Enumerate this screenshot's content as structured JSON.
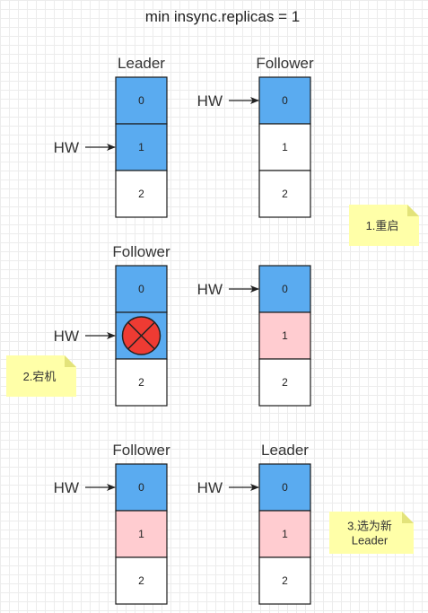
{
  "title": "min insync.replicas = 1",
  "colors": {
    "blue": "#5aabf0",
    "pink": "#ffccd0",
    "white": "#ffffff",
    "stroke": "#1a1a1a",
    "note": "#ffffa8",
    "crash": "#ee3b33"
  },
  "hw_label": "HW",
  "rows": [
    {
      "brokers": [
        {
          "role": "Leader",
          "hw_index": 1,
          "cells": [
            {
              "label": "0",
              "state": "blue"
            },
            {
              "label": "1",
              "state": "blue"
            },
            {
              "label": "2",
              "state": "white"
            }
          ]
        },
        {
          "role": "Follower",
          "hw_index": 0,
          "cells": [
            {
              "label": "0",
              "state": "blue"
            },
            {
              "label": "1",
              "state": "white"
            },
            {
              "label": "2",
              "state": "white"
            }
          ]
        }
      ],
      "note": {
        "lines": [
          "1.重启"
        ]
      }
    },
    {
      "brokers": [
        {
          "role": "Follower",
          "hw_index": 1,
          "cells": [
            {
              "label": "0",
              "state": "blue"
            },
            {
              "label": "",
              "state": "blue",
              "icon": "crash-icon"
            },
            {
              "label": "2",
              "state": "white"
            }
          ]
        },
        {
          "role": "",
          "hw_index": 0,
          "cells": [
            {
              "label": "0",
              "state": "blue"
            },
            {
              "label": "1",
              "state": "pink"
            },
            {
              "label": "2",
              "state": "white"
            }
          ]
        }
      ],
      "note": {
        "lines": [
          "2.宕机"
        ]
      }
    },
    {
      "brokers": [
        {
          "role": "Follower",
          "hw_index": 0,
          "cells": [
            {
              "label": "0",
              "state": "blue"
            },
            {
              "label": "1",
              "state": "pink"
            },
            {
              "label": "2",
              "state": "white"
            }
          ]
        },
        {
          "role": "Leader",
          "hw_index": 0,
          "cells": [
            {
              "label": "0",
              "state": "blue"
            },
            {
              "label": "1",
              "state": "pink"
            },
            {
              "label": "2",
              "state": "white"
            }
          ]
        }
      ],
      "note": {
        "lines": [
          "3.选为新",
          "Leader"
        ]
      }
    }
  ]
}
